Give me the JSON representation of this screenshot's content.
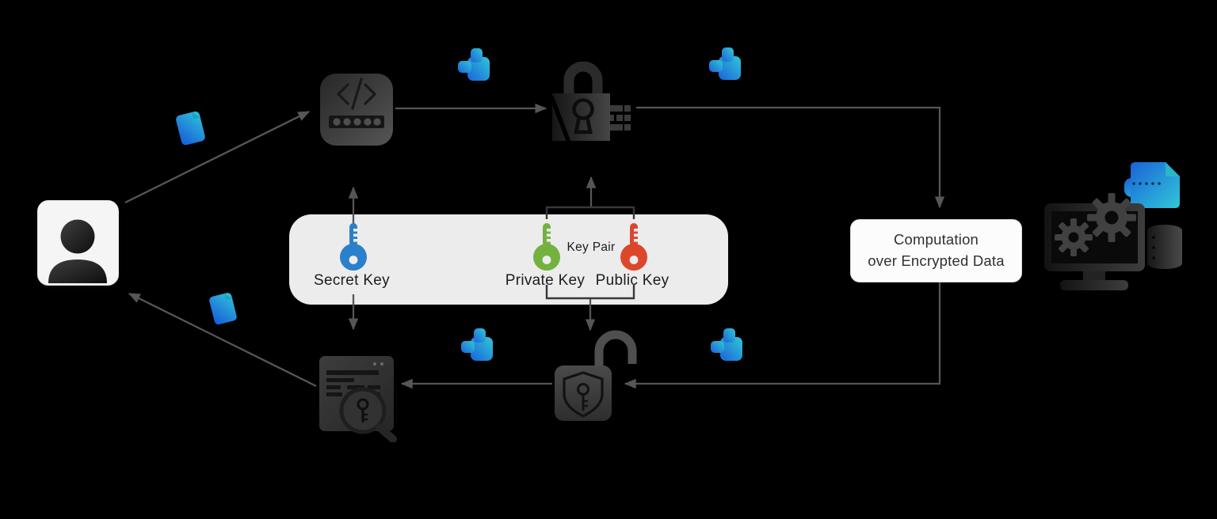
{
  "page": {
    "background": "#000000"
  },
  "key_panel": {
    "background": "#ececec",
    "secret_key_label": "Secret Key",
    "private_key_label": "Private Key",
    "public_key_label": "Public Key",
    "key_pair_label": "Key Pair",
    "secret_key_color": "#2a80ca",
    "private_key_color": "#74b23f",
    "public_key_color": "#dc472c"
  },
  "computation_box": {
    "line1": "Computation",
    "line2": "over Encrypted Data",
    "background": "#fcfcfc",
    "text_color": "#303030"
  },
  "flow": {
    "arrow_color": "#565656",
    "bracket_color": "#383838",
    "cipher_gradient_start": "#1a63d8",
    "cipher_gradient_end": "#31c7d8"
  },
  "icons": {
    "user": "user-icon",
    "encoder": "code-password-icon",
    "encrypt": "padlock-data-icon",
    "ciphertext": "puzzle-piece-icon",
    "document": "tilted-document-icon",
    "computation_host": "computer-gears-icon",
    "encrypted_file": "encrypted-file-icon",
    "database": "database-icon",
    "decrypt": "shield-key-icon",
    "result": "result-viewer-icon"
  }
}
